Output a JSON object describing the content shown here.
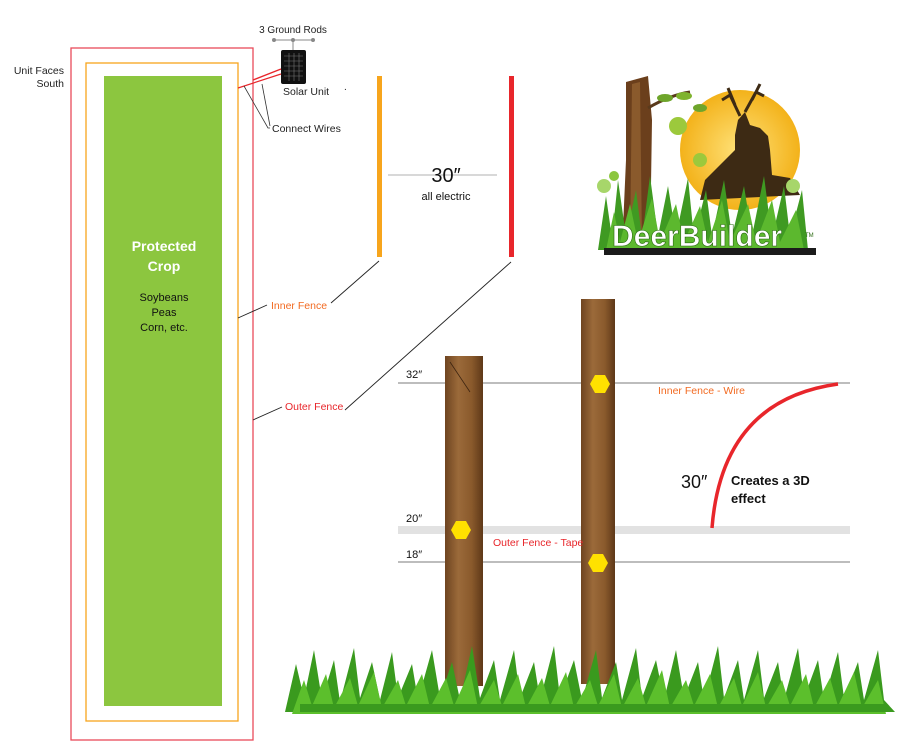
{
  "labels": {
    "unit_faces_line1": "Unit Faces",
    "unit_faces_line2": "South",
    "ground_rods": "3 Ground Rods",
    "solar_unit": "Solar Unit",
    "connect_wires": "Connect Wires",
    "protected_line1": "Protected",
    "protected_line2": "Crop",
    "crop_line1": "Soybeans",
    "crop_line2": "Peas",
    "crop_line3": "Corn, etc.",
    "inner_fence": "Inner Fence",
    "outer_fence": "Outer Fence",
    "spacing_value": "30″",
    "spacing_caption": "all electric",
    "height_32": "32″",
    "height_20": "20″",
    "height_18": "18″",
    "inner_fence_wire": "Inner Fence - Wire",
    "outer_fence_tape": "Outer Fence - Tape",
    "arc_value": "30″",
    "effect_line1": "Creates a 3D",
    "effect_line2": "effect",
    "logo_text": "DeerBuilder",
    "logo_tm": "TM"
  },
  "colors": {
    "crop_green": "#8cc63f",
    "inner_fence_orange": "#f7a51c",
    "outer_fence_red": "#e8262b",
    "outer_box_red": "#e94b5a",
    "post_brown": "#8b5a2b",
    "insulator_yellow": "#ffe100",
    "wire_gray": "#bdbdbd",
    "grass_green": "#3a9a1e",
    "sun_yellow": "#f6c21a"
  },
  "icons": {
    "solar_unit": "solar-panel-icon",
    "ground_rods": "ground-rods-icon",
    "logo": "deerbuilder-logo"
  }
}
